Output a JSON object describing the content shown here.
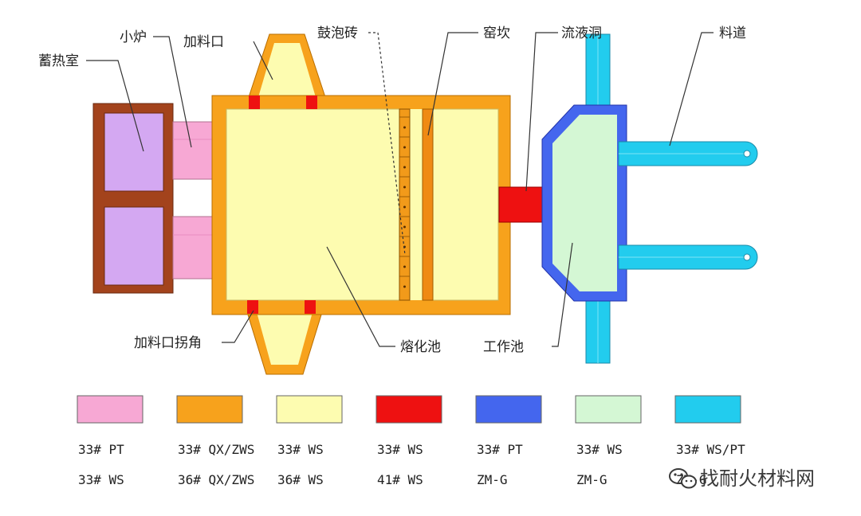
{
  "labels": {
    "regenerator": "蓄热室",
    "port": "小炉",
    "doghouse": "加料口",
    "bubbler": "鼓泡砖",
    "weir": "窑坎",
    "throat": "流液洞",
    "forehearth": "料道",
    "doghouse_corner": "加料口拐角",
    "melter": "熔化池",
    "working_end": "工作池"
  },
  "legend": [
    {
      "color": "#f7a8d4",
      "code1": "33# PT",
      "code2": "33# WS"
    },
    {
      "color": "#f7a21c",
      "code1": "33# QX/ZWS",
      "code2": "36# QX/ZWS"
    },
    {
      "color": "#fdfcb0",
      "code1": "33# WS",
      "code2": "36# WS"
    },
    {
      "color": "#ee1111",
      "code1": "33# WS",
      "code2": "41# WS"
    },
    {
      "color": "#4466ee",
      "code1": "33# PT",
      "code2": "ZM-G"
    },
    {
      "color": "#d4f7d4",
      "code1": "33# WS",
      "code2": "ZM-G"
    },
    {
      "color": "#22ccee",
      "code1": "33# WS/PT",
      "code2": "ZM-G"
    }
  ],
  "watermark": "找耐火材料网",
  "colors": {
    "brown": "#a3431c",
    "purple": "#d4a8f2",
    "pink": "#f7a8d4",
    "orange": "#f7a21c",
    "yellow": "#fdfcb0",
    "red": "#ee1111",
    "blue": "#4466ee",
    "mint": "#d4f7d4",
    "cyan": "#22ccee"
  }
}
